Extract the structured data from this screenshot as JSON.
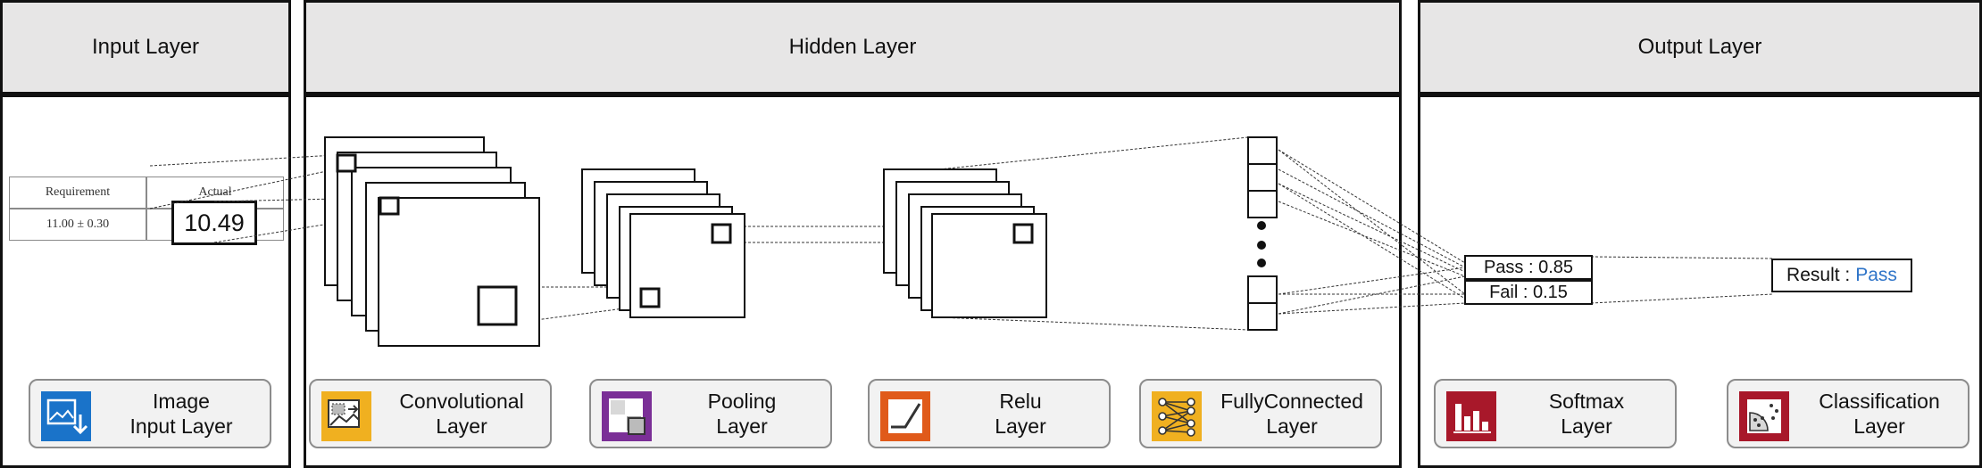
{
  "headers": {
    "input": "Input Layer",
    "hidden": "Hidden Layer",
    "output": "Output Layer"
  },
  "table": {
    "requirement_header": "Requirement",
    "actual_header": "Actual",
    "requirement_value": "11.00 ± 0.30",
    "actual_value": "10.49"
  },
  "outputs": {
    "pass": "Pass : 0.85",
    "fail": "Fail : 0.15",
    "result_label": "Result :",
    "result_value": "Pass"
  },
  "layers": [
    {
      "label": "Image\nInput Layer",
      "icon": "image-input-icon",
      "color": "#1a73c9"
    },
    {
      "label": "Convolutional\nLayer",
      "icon": "convolution-icon",
      "color": "#f0b020"
    },
    {
      "label": "Pooling\nLayer",
      "icon": "pooling-icon",
      "color": "#7b2f97"
    },
    {
      "label": "Relu\nLayer",
      "icon": "relu-icon",
      "color": "#e05a1a"
    },
    {
      "label": "FullyConnected\nLayer",
      "icon": "fully-connected-icon",
      "color": "#f0b020"
    },
    {
      "label": "Softmax\nLayer",
      "icon": "softmax-icon",
      "color": "#a8182a"
    },
    {
      "label": "Classification\nLayer",
      "icon": "classification-icon",
      "color": "#a8182a"
    }
  ]
}
